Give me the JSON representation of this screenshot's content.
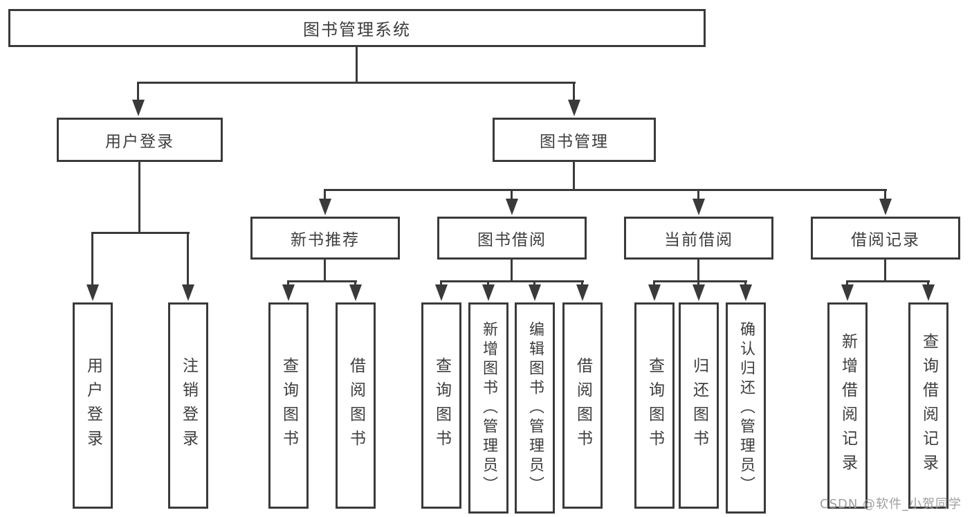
{
  "tree": {
    "label": "图书管理系统",
    "children": [
      {
        "label": "用户登录",
        "children": [
          {
            "label": "用户登录"
          },
          {
            "label": "注销登录"
          }
        ]
      },
      {
        "label": "图书管理",
        "children": [
          {
            "label": "新书推荐",
            "children": [
              {
                "label": "查询图书"
              },
              {
                "label": "借阅图书"
              }
            ]
          },
          {
            "label": "图书借阅",
            "children": [
              {
                "label": "查询图书"
              },
              {
                "label": "新增图书（管理员）"
              },
              {
                "label": "编辑图书（管理员）"
              },
              {
                "label": "借阅图书"
              }
            ]
          },
          {
            "label": "当前借阅",
            "children": [
              {
                "label": "查询图书"
              },
              {
                "label": "归还图书"
              },
              {
                "label": "确认归还（管理员）"
              }
            ]
          },
          {
            "label": "借阅记录",
            "children": [
              {
                "label": "新增借阅记录"
              },
              {
                "label": "查询借阅记录"
              }
            ]
          }
        ]
      }
    ]
  },
  "watermark": {
    "text": "CSDN @软件_小贺同学"
  },
  "colors": {
    "line": "#3a3a3a",
    "text": "#3d3d3d",
    "watermark": "#9e9e9e",
    "background": "#ffffff"
  }
}
